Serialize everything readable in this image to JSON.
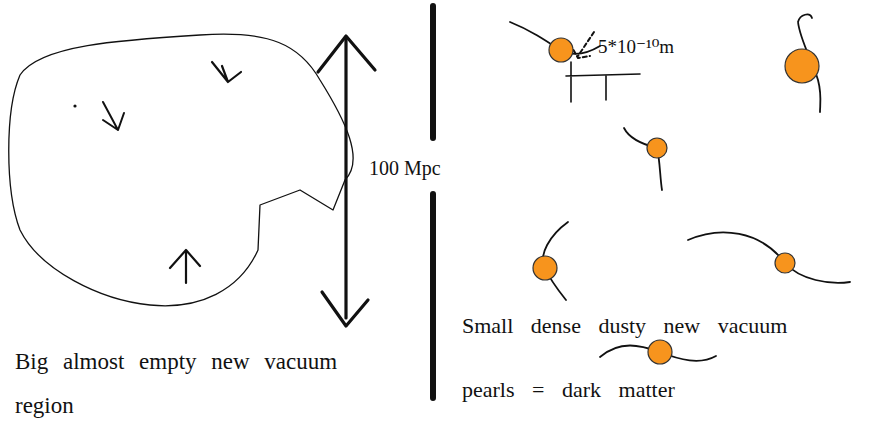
{
  "diagram": {
    "labels": [
      "100 Mpc",
      "5*10⁻¹⁰m",
      "Big almost empty new vacuum region",
      "Small dense dusty new vacuum pearls = dark matter"
    ]
  }
}
